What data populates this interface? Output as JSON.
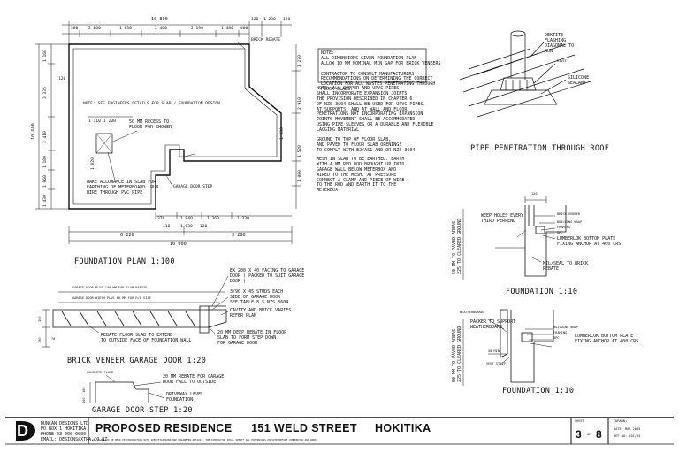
{
  "plan": {
    "dims_top": [
      "380",
      "2 060",
      "1 830",
      "2 460",
      "2 190",
      "1 480",
      "400"
    ],
    "dim_overall_top": "10 800",
    "dims_top_right": [
      "120",
      "1 280",
      "120"
    ],
    "dims_left": [
      "1 160",
      "3 335",
      "3 410",
      "1 180",
      "1 960",
      "1 430"
    ],
    "dim_overall_left": "10 600",
    "dims_right": [
      "1 270",
      "2 910",
      "1 520",
      "1 080"
    ],
    "dims_mid": [
      "1 110",
      "1 200",
      "120",
      "1 020",
      "1 330"
    ],
    "dims_bottom_inner": [
      "370",
      "1 040",
      "1 360",
      "1 330"
    ],
    "dims_bottom_mid": [
      "410",
      "1 830",
      "120"
    ],
    "dims_bottom": [
      "6 220",
      "3 280"
    ],
    "dim_overall_bottom": "10 000",
    "brick_rebate": "BRICK REBATE",
    "engineer_note": "NOTE: SEE ENGINEERS DETAILS FOR SLAB / FOUNDATION DESIGN",
    "shower_recess": "50 MM RECESS TO\nFLOOR FOR SHOWER",
    "earthing": "MAKE ALLOWANCE IN SLAB FOR\nEARTHING OF METERBOARD. RUN\nWIRE THROUGH PVC PIPE",
    "garage_step": "GARAGE DOOR STEP",
    "caption": "FOUNDATION PLAN 1:100"
  },
  "notes": {
    "box": "NOTE:\nALL DIMENSIONS GIVEN FOUNDATION PLAN\nALLOW 10 MM NOMINAL MIN GAP FOR BRICK VENEERS\n\nCONTRACTOR TO CONSULT MANUFACTURERS\nRECOMMENDATIONS ON DETERMINING THE CORRECT\nLOCATION FOR ALL WASTES PENETRATING THROUGH\nFLOOR SLABS.",
    "copper": "NOTE: ALL COPPER AND UPVC PIPES\nSHALL INCORPORATE EXPANSION JOINTS\nTHE PROVISION DESCRIBED IN CHAPTER 6\nOF NZS 3604 SHALL BE USED FOR UPVC PIPES.\nAT SUPPORTS, AND AT WALL AND FLOOR\nPENETRATIONS NOT INCORPORATING EXPANSION\nJOINTS MOVEMENT SHALL BE ACCOMMODATED\nUSING PIPE SLEEVES OR A DURABLE AND FLEXIBLE\nLAGGING MATERIAL",
    "ground": "GROUND TO TOP OF FLOOR SLAB,\nAND PAVED TO FLOOR SLAB OPENINGS\nTO COMPLY WITH E2/AS1 AND OR NZS 3604",
    "mesh": "MESH IN SLAB TO BE EARTHED. EARTH\nWITH A MM RED ROD BROUGHT UP INTO\nGARAGE WALL BELOW METERBOX AND\nWIRED TO THE MESH. AT PRESSURE\nCONNECT A CLAMP AND PIECE OF WIRE\nTO THE ROD AND EARTH IT TO THE\nMETERBOX."
  },
  "pipe": {
    "flashing": "DEKTITE\nFLASHING\nDIAGONAL TO\nRUN",
    "rivet": "RIVET",
    "sealant": "SILICONE\nSEALANT",
    "caption": "PIPE PENETRATION  THROUGH ROOF"
  },
  "found1": {
    "dim": "120",
    "weep": "WEEP HOLES EVERY\nTHIRD PERPEND",
    "veneer": "BRICK VENEER",
    "wrap": "BUILDING WRAP",
    "framing": "FRAMING",
    "dpc": "DPC",
    "plate": "LUMBERLOK BOTTOM PLATE\nFIXING ANCHOR AT 400 CRS.",
    "rebate": "MIL/SEAL TO BRICK\nREBATE",
    "side": "50 MM TO PAVED AREAS\n225 TO CLEARED GROUND",
    "caption": "FOUNDATION 1:10"
  },
  "found2": {
    "weatherboards": "WEATHERBOARDS",
    "packer": "PACKER TO SUPPORT\nWEATHERBOARD",
    "wrap": "BUILDING WRAP",
    "framing": "FRAMING",
    "dpc": "DPC",
    "plate": "LUMBERLOK BOTTOM PLATE\nFIXING ANCHOR AT 400 CRS.",
    "min": "50 MIN",
    "vent": "VENT STRIP",
    "side": "50 MM TO PAVED AREAS\n225 TO CLEARED GROUND",
    "caption": "FOUNDATION 1:10"
  },
  "garage": {
    "plus": "GARAGE DOOR PLUS 140 MM FOR SLAB REBATE",
    "width": "GARAGE DOOR WIDTH PLUS 80 MM FOR R/O SIZE",
    "facing": "EX 200 X 40 FACING TO GARAGE\nDOOR ( PACKED TO SUIT GARAGE\nDOOR )",
    "studs": "3/90 X 45 STUDS EACH\nSIDE OF GARAGE DOOR\nSEE TABLE 8.5 NZS 3604",
    "cavity": "CAVITY AND BRICK VARIES\nREFER PLAN",
    "rebate": "REBATE FLOOR SLAB TO EXTEND\nTO OUTSIDE FACE OF FOUNDATION WALL",
    "deep": "20 MM DEEP REBATE IN FLOOR\nSLAB TO FORM STEP DOWN\nFOR GARAGE DOOR",
    "dims": [
      "100",
      "100",
      "70"
    ],
    "caption": "BRICK VENEER GARAGE DOOR 1:20"
  },
  "step": {
    "concrete": "CONCRETE FLOOR",
    "rebate": "20 MM REBATE FOR GARAGE\nDOOR FALL TO OUTSIDE",
    "driveway": "DRIVEWAY LEVEL\nFOUNDATION",
    "dims": [
      "100",
      "100"
    ],
    "caption": "GARAGE DOOR STEP 1:20"
  },
  "titleblock": {
    "logo": "D",
    "company": "DUNCAN DESIGNS LTD\nPO BOX 1 HOKITIKA\nPHONE 03 000 0000\nEMAIL: DESIGNS@XTRA.CO.NZ",
    "disclaimer": "ALL PLANS TO BE READ IN CONJUNCTION WITH SPECIFICATIONS AND ENGINEERS DETAILS. THE CONTRACTOR SHALL VERIFY ALL DIMENSIONS ON SITE BEFORE COMMENCING ANY WORK.",
    "project": "PROPOSED RESIDENCE",
    "address": "151 WELD STREET",
    "town": "HOKITIKA",
    "sheet_label": "SHEET",
    "sheet_num": "3",
    "sheet_of": "OF",
    "sheet_total": "8",
    "drawn": "(DRAWN)",
    "date": "DATE: MAR 2015",
    "ref": "REF NO: 201/04"
  }
}
